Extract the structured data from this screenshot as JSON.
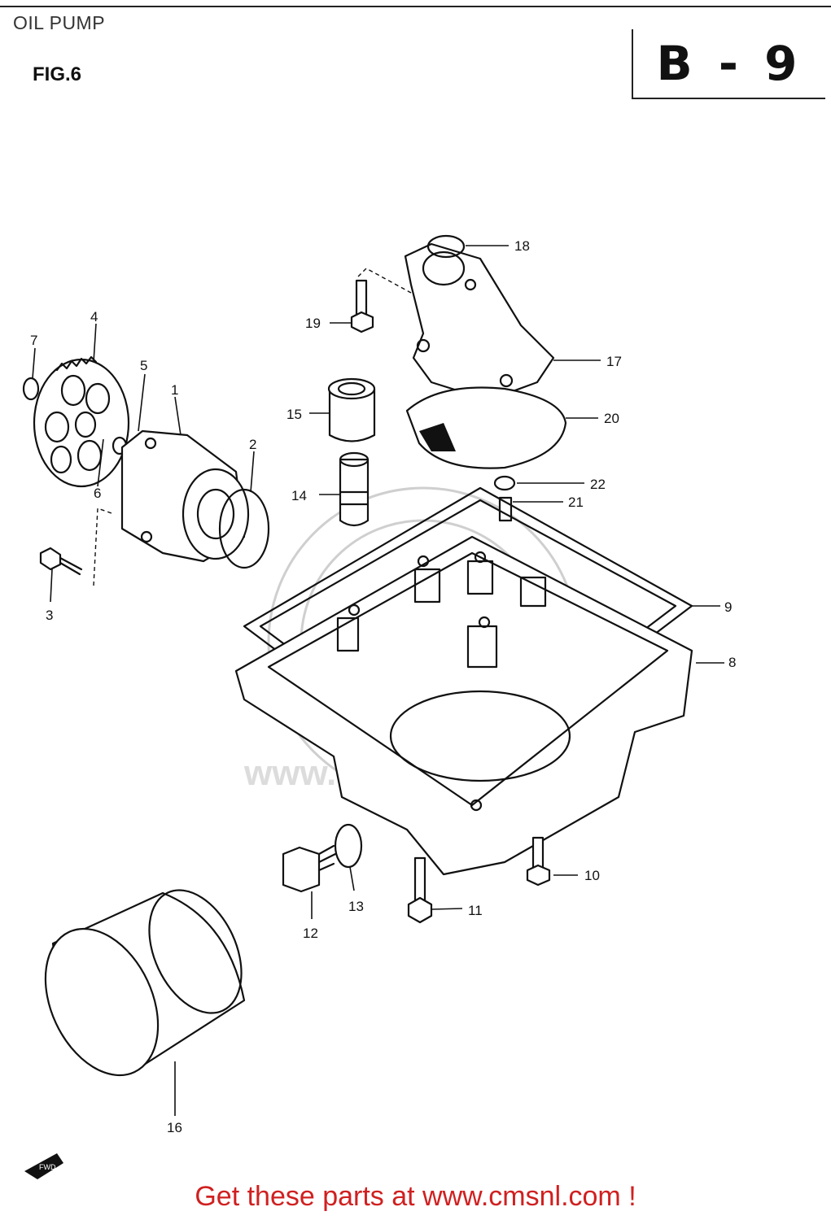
{
  "header": {
    "title": "OIL PUMP",
    "figure": "FIG.6",
    "section": "B - 9"
  },
  "callouts": [
    {
      "id": "1",
      "label": "1"
    },
    {
      "id": "2",
      "label": "2"
    },
    {
      "id": "3",
      "label": "3"
    },
    {
      "id": "4",
      "label": "4"
    },
    {
      "id": "5",
      "label": "5"
    },
    {
      "id": "6",
      "label": "6"
    },
    {
      "id": "7",
      "label": "7"
    },
    {
      "id": "8",
      "label": "8"
    },
    {
      "id": "9",
      "label": "9"
    },
    {
      "id": "10",
      "label": "10"
    },
    {
      "id": "11",
      "label": "11"
    },
    {
      "id": "12",
      "label": "12"
    },
    {
      "id": "13",
      "label": "13"
    },
    {
      "id": "14",
      "label": "14"
    },
    {
      "id": "15",
      "label": "15"
    },
    {
      "id": "16",
      "label": "16"
    },
    {
      "id": "17",
      "label": "17"
    },
    {
      "id": "18",
      "label": "18"
    },
    {
      "id": "19",
      "label": "19"
    },
    {
      "id": "20",
      "label": "20"
    },
    {
      "id": "21",
      "label": "21"
    },
    {
      "id": "22",
      "label": "22"
    }
  ],
  "watermark": "www.cmsnl.com",
  "fwd_arrow": "FWD",
  "footer": {
    "text": "Get these parts at www.cmsnl.com !",
    "link_color": "#d02020"
  }
}
